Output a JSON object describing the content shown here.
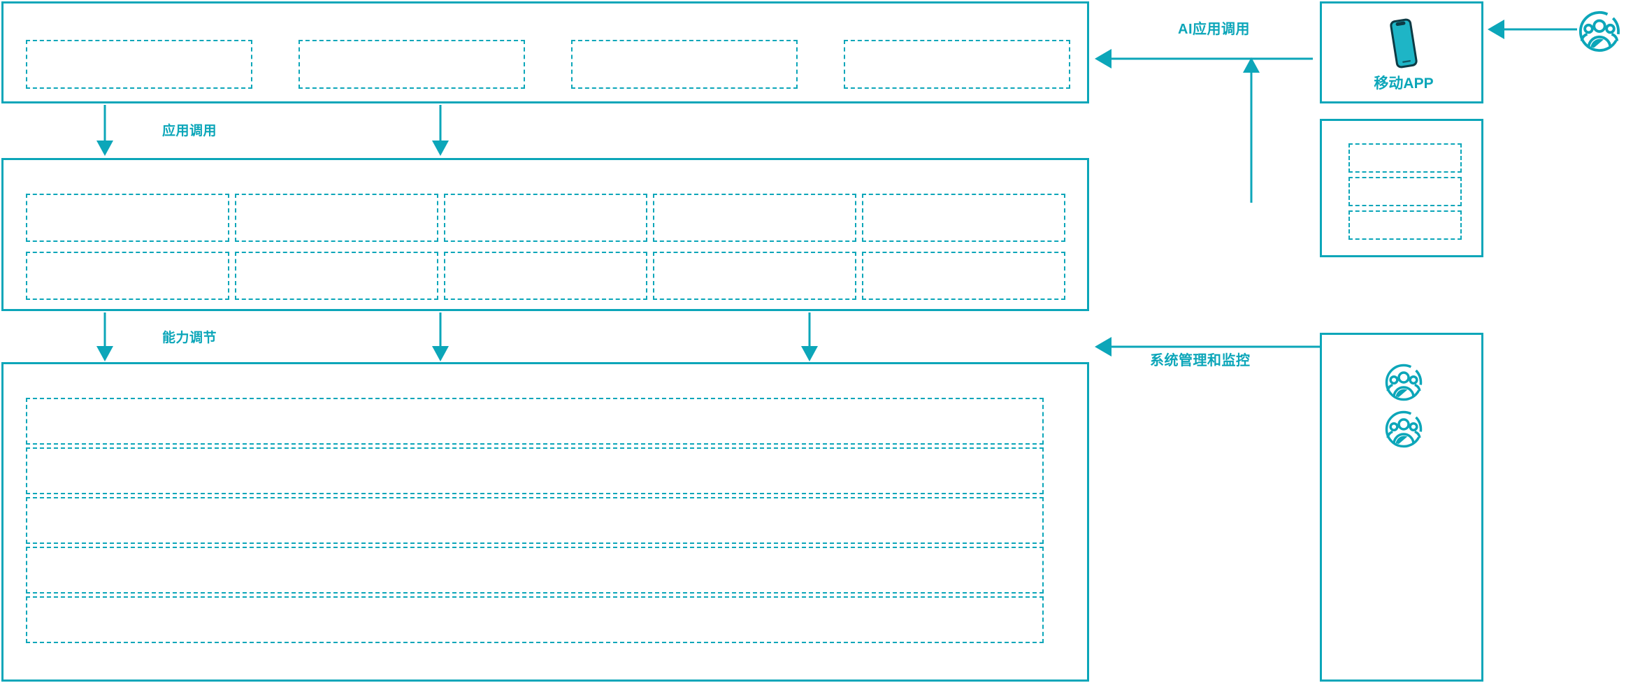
{
  "theme": {
    "accent": "#0CA6B9",
    "background": "#FFFFFF"
  },
  "diagram": {
    "title": "",
    "layers": [
      {
        "name": "application-layer",
        "cells": [
          {
            "label": ""
          },
          {
            "label": ""
          },
          {
            "label": ""
          },
          {
            "label": ""
          }
        ]
      },
      {
        "name": "capability-layer",
        "cells_row1": [
          {
            "label": ""
          },
          {
            "label": ""
          },
          {
            "label": ""
          },
          {
            "label": ""
          },
          {
            "label": ""
          }
        ],
        "cells_row2": [
          {
            "label": ""
          },
          {
            "label": ""
          },
          {
            "label": ""
          },
          {
            "label": ""
          },
          {
            "label": ""
          }
        ]
      },
      {
        "name": "platform-layer",
        "rows": [
          {
            "label": ""
          },
          {
            "label": ""
          },
          {
            "label": ""
          },
          {
            "label": ""
          },
          {
            "label": ""
          }
        ]
      }
    ],
    "flow_labels": {
      "app_invoke": "应用调用",
      "capability_adjust": "能力调节",
      "ai_app_invoke": "AI应用调用",
      "system_admin_monitor": "系统管理和监控"
    },
    "right_panel": {
      "mobile_app_card": {
        "icon": "mobile-phone-icon",
        "label": "移动APP"
      },
      "secondary_card": {
        "cells": [
          {
            "label": ""
          },
          {
            "label": ""
          },
          {
            "label": ""
          }
        ]
      },
      "users_card": {
        "icons": [
          "user-group-icon",
          "user-group-icon"
        ]
      },
      "external_actor": {
        "icon": "user-group-icon"
      }
    },
    "icons": {
      "user_group": "user-group-icon",
      "mobile_phone": "mobile-phone-icon",
      "arrow_down": "arrow-down-icon",
      "arrow_left": "arrow-left-icon",
      "arrow_up": "arrow-up-icon"
    }
  }
}
